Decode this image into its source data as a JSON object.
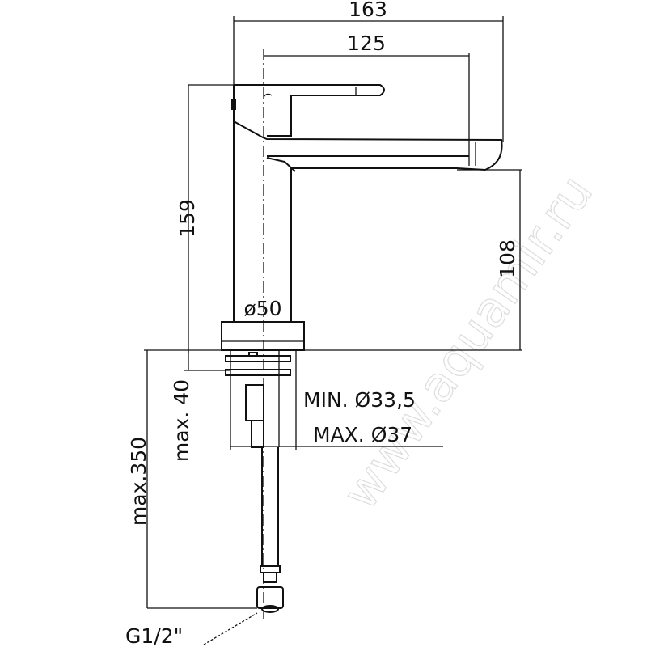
{
  "drawing": {
    "watermark": "www.aquamir.ru",
    "dimensions": {
      "overall_length": "163",
      "spout_reach": "125",
      "total_height": "159",
      "spout_height": "108",
      "base_diameter": "ø50",
      "hole_min": "MIN. Ø33,5",
      "hole_max": "MAX. Ø37",
      "max_thickness": "max. 40",
      "hose_length": "max.350",
      "connection": "G1/2\""
    }
  }
}
